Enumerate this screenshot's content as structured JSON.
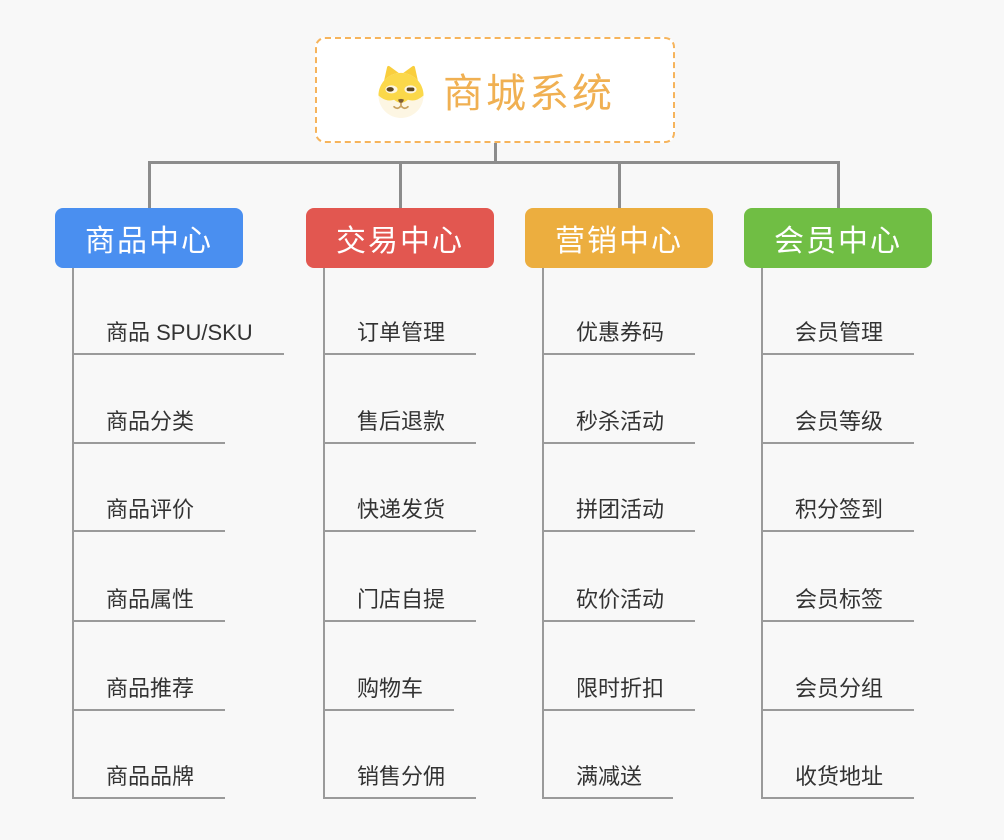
{
  "root": {
    "title": "商城系统",
    "icon": "dog-icon"
  },
  "colors": {
    "root_border": "#f6b45c",
    "root_title": "#f0b052",
    "connector": "#8c8c8c",
    "leaf_line": "#9a9a9a",
    "leaf_text": "#333333",
    "background": "#f8f8f8"
  },
  "branches": [
    {
      "label": "商品中心",
      "color": "#4a8ff0",
      "children": [
        "商品 SPU/SKU",
        "商品分类",
        "商品评价",
        "商品属性",
        "商品推荐",
        "商品品牌"
      ]
    },
    {
      "label": "交易中心",
      "color": "#e25750",
      "children": [
        "订单管理",
        "售后退款",
        "快递发货",
        "门店自提",
        "购物车",
        "销售分佣"
      ]
    },
    {
      "label": "营销中心",
      "color": "#ecae3f",
      "children": [
        "优惠券码",
        "秒杀活动",
        "拼团活动",
        "砍价活动",
        "限时折扣",
        "满减送"
      ]
    },
    {
      "label": "会员中心",
      "color": "#70be44",
      "children": [
        "会员管理",
        "会员等级",
        "积分签到",
        "会员标签",
        "会员分组",
        "收货地址"
      ]
    }
  ]
}
